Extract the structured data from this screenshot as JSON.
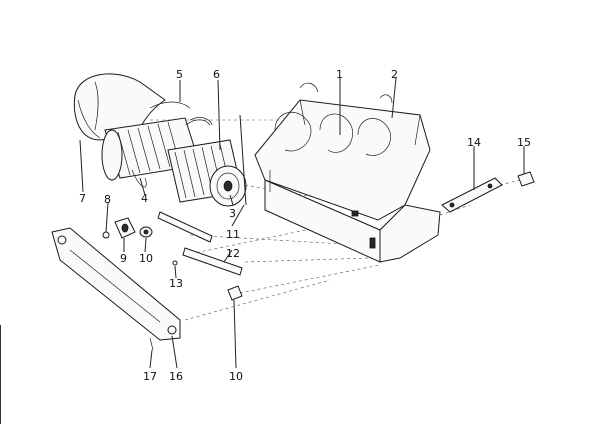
{
  "diagram": {
    "callouts": [
      {
        "id": "c1",
        "text": "1"
      },
      {
        "id": "c2",
        "text": "2"
      },
      {
        "id": "c3",
        "text": "3"
      },
      {
        "id": "c4",
        "text": "4"
      },
      {
        "id": "c5",
        "text": "5"
      },
      {
        "id": "c6",
        "text": "6"
      },
      {
        "id": "c7",
        "text": "7"
      },
      {
        "id": "c8",
        "text": "8"
      },
      {
        "id": "c9",
        "text": "9"
      },
      {
        "id": "c10a",
        "text": "10"
      },
      {
        "id": "c10b",
        "text": "10"
      },
      {
        "id": "c11",
        "text": "11"
      },
      {
        "id": "c12",
        "text": "12"
      },
      {
        "id": "c13",
        "text": "13"
      },
      {
        "id": "c14",
        "text": "14"
      },
      {
        "id": "c15",
        "text": "15"
      },
      {
        "id": "c16",
        "text": "16"
      },
      {
        "id": "c17",
        "text": "17"
      }
    ]
  }
}
